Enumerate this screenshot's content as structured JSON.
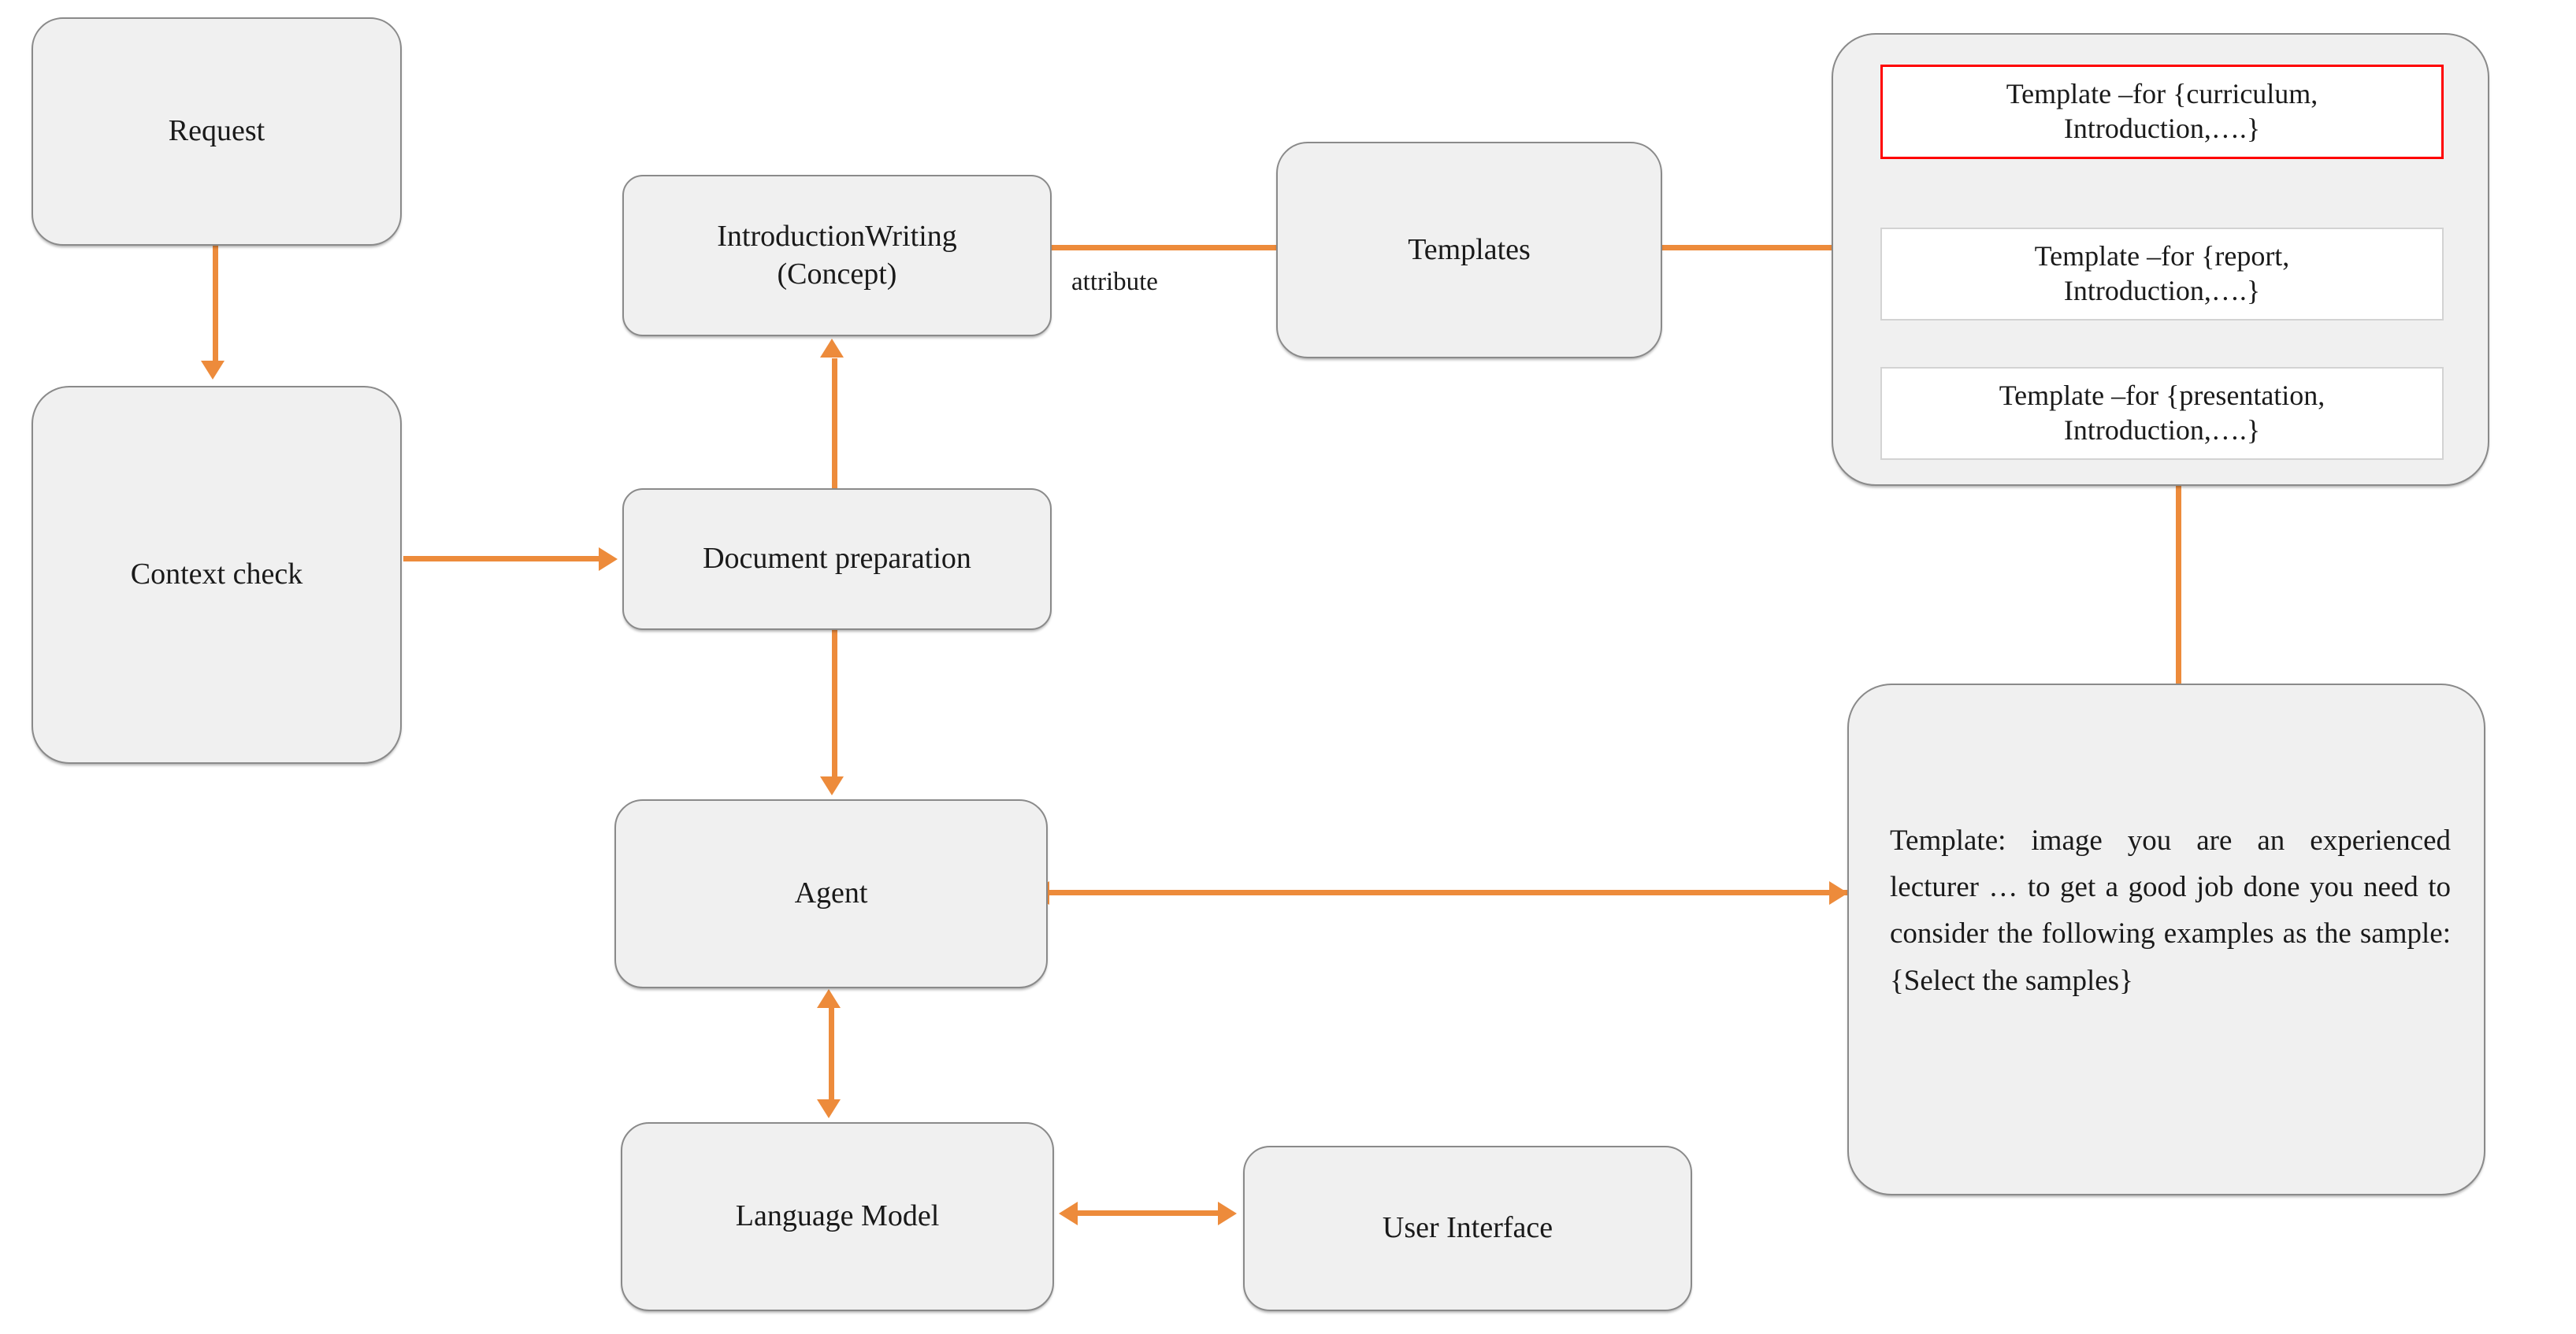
{
  "diagram": {
    "title": "Agent-based document introduction writing flow",
    "accent_color": "#ed8b3b",
    "node_fill": "#f0f0f0",
    "node_border": "#8a8a8a",
    "highlight_border": "#ff0000",
    "text_color": "#1a1a1a",
    "background": "#ffffff"
  },
  "nodes": {
    "request": "Request",
    "context_check": "Context check",
    "introduction_writing_line1": "IntroductionWriting",
    "introduction_writing_line2": "(Concept)",
    "document_preparation": "Document preparation",
    "agent": "Agent",
    "language_model": "Language Model",
    "user_interface": "User Interface",
    "templates": "Templates"
  },
  "template_list": {
    "items": [
      {
        "line1": "Template –for {curriculum,",
        "line2": "Introduction,….}",
        "highlighted": true
      },
      {
        "line1": "Template –for {report,",
        "line2": "Introduction,….}",
        "highlighted": false
      },
      {
        "line1": "Template –for {presentation,",
        "line2": "Introduction,….}",
        "highlighted": false
      }
    ]
  },
  "prompt_box": {
    "text": "Template: image you are an experienced lecturer … to get a good job done you need to consider the following examples as the sample:{Select the samples}"
  },
  "edges": {
    "attribute_label": "attribute"
  }
}
